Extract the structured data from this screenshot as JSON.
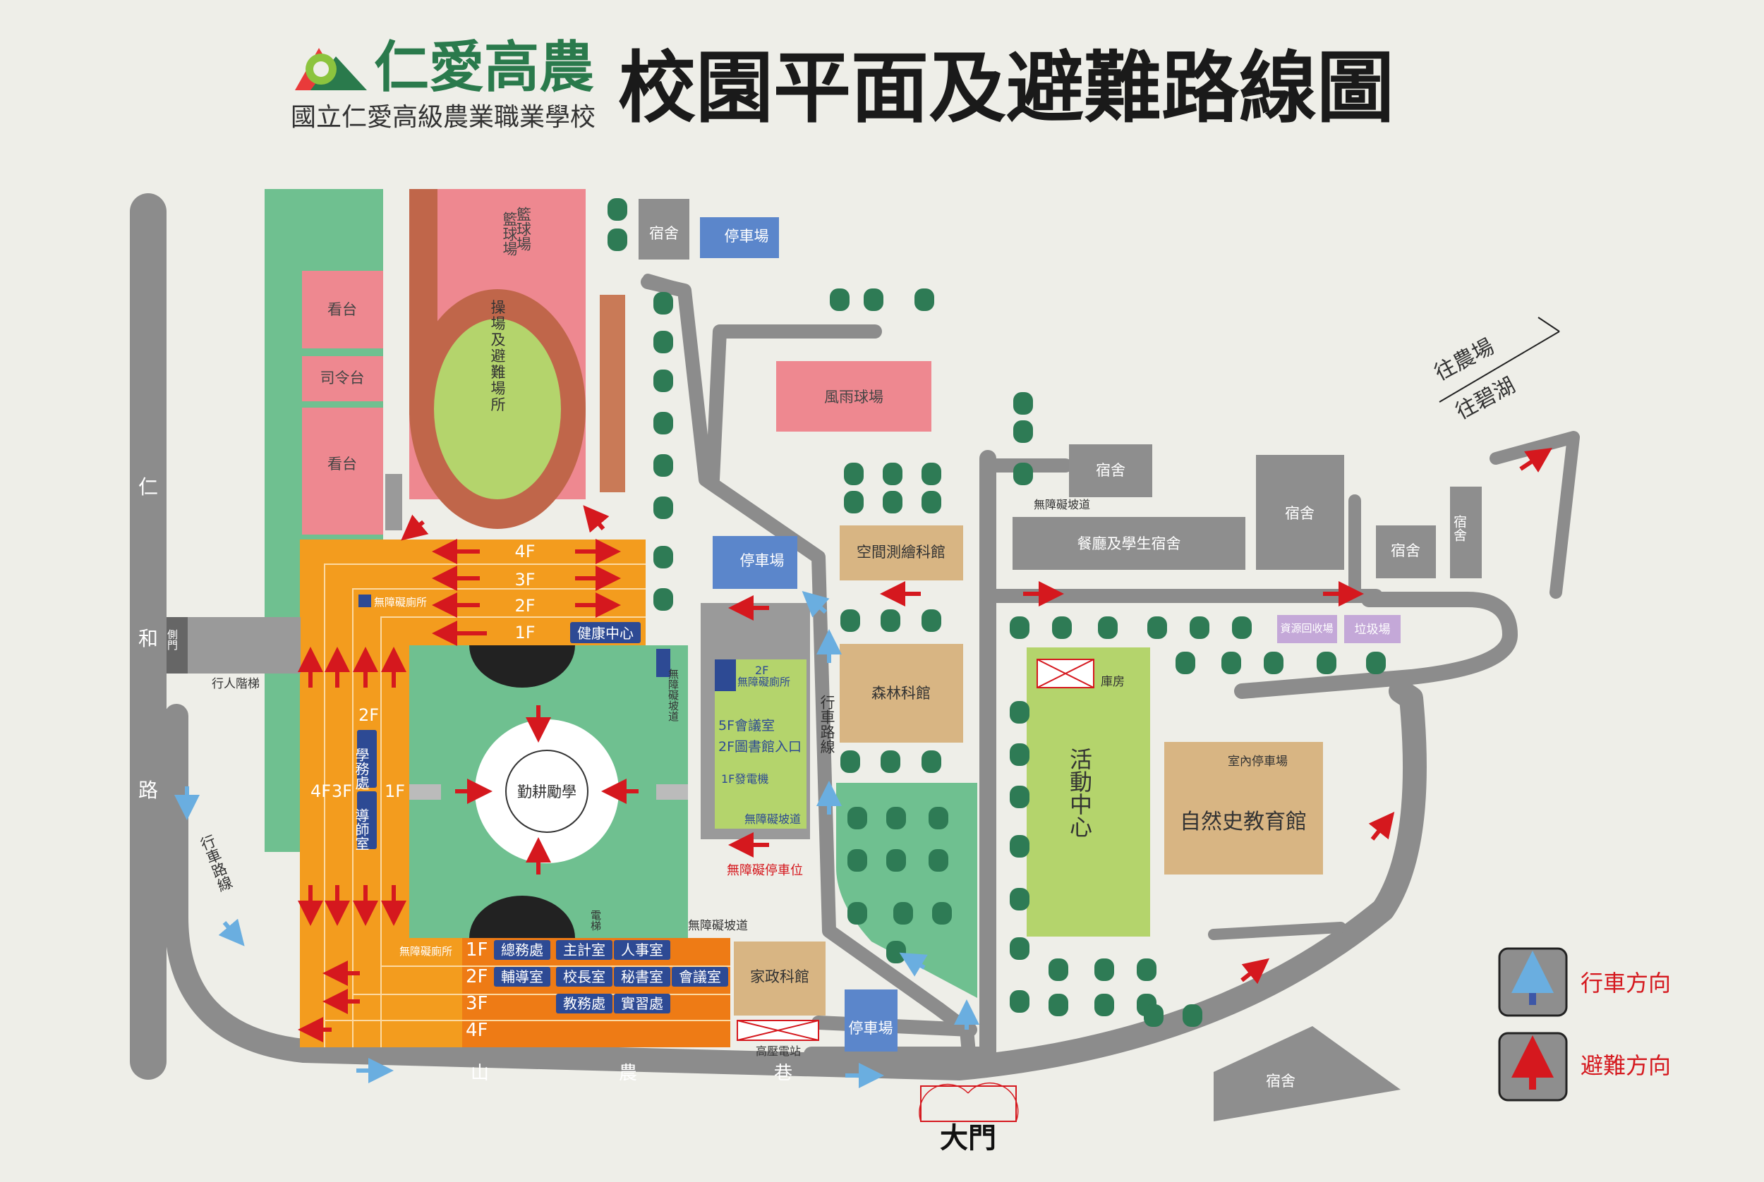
{
  "header": {
    "school_name_short": "仁愛高農",
    "school_name_full": "國立仁愛高級農業職業學校",
    "map_title": "校園平面及避難路線圖"
  },
  "colors": {
    "background": "#eeeee8",
    "road": "#8c8c8c",
    "field_green": "#6fc090",
    "court_pink": "#ee8890",
    "track_brown": "#c0664a",
    "field_lime": "#b4d46c",
    "building_orange": "#f39c1e",
    "building_dark_orange": "#ee7b15",
    "building_tan": "#d8b583",
    "building_gray": "#8e8e8e",
    "label_blue": "#2d4a94",
    "parking_blue": "#5b86cb",
    "evac_red": "#d5181e",
    "drive_blue": "#6aaee0",
    "tree_green": "#2e7b55",
    "recycle_purple": "#c4a8d8"
  },
  "roads": {
    "renhe_road": [
      "仁",
      "和",
      "路"
    ],
    "vehicle_lane": "行車路線",
    "vehicle_lane_center": "行車路線",
    "shannong_lane": [
      "山",
      "農",
      "巷"
    ],
    "direction_farm": "往農場",
    "direction_bihu": "往碧湖",
    "main_gate": "大門",
    "side_gate": "側門",
    "pedestrian_stairs": "行人階梯",
    "hv_station": "高壓電站"
  },
  "places": {
    "basketball_court": "籃球場",
    "stand_top": "看台",
    "podium": "司令台",
    "stand_bottom": "看台",
    "playground_shelter": "操場及避難場所",
    "dorm_1": "宿舍",
    "parking_1": "停車場",
    "rain_court": "風雨球場",
    "parking_2": "停車場",
    "survey_hall": "空間測繪科館",
    "dorm_2": "宿舍",
    "cafeteria": "餐廳及學生宿舍",
    "dorm_3": "宿舍",
    "dorm_4": "宿舍",
    "dorm_5": "宿舍",
    "recycling": "資源回收場",
    "garbage": "垃圾場",
    "forest_hall": "森林科館",
    "warehouse": "庫房",
    "activity_center": "活動中心",
    "indoor_parking": "室內停車場",
    "nature_hall": "自然史教育館",
    "home_econ": "家政科館",
    "parking_3": "停車場",
    "dorm_6": "宿舍",
    "courtyard_motto": "勤耕勵學",
    "health_center": "健康中心",
    "elevator": "電梯"
  },
  "accessibility": {
    "toilet": "無障礙廁所",
    "ramp": "無障礙坡道",
    "ramp_vertical": "無障礙坡道",
    "parking": "無障礙停車位",
    "toilet_2f": "2F無障礙廁所"
  },
  "building_a": {
    "floors": [
      "4F",
      "3F",
      "2F",
      "1F"
    ],
    "west_labels": [
      "4F",
      "3F"
    ],
    "west_2f": "2F",
    "west_1f": "1F",
    "student_affairs": "學務處",
    "counselor": "導師室"
  },
  "building_b": {
    "1f": "5F會議室",
    "2f": "2F圖書館入口",
    "3f": "1F發電機",
    "top_2f": "2F"
  },
  "south_building": {
    "floor_labels": [
      "1F",
      "2F",
      "3F",
      "4F"
    ],
    "row1": [
      "總務處",
      "主計室",
      "人事室"
    ],
    "row2": [
      "輔導室",
      "校長室",
      "秘書室",
      "會議室"
    ],
    "row3": [
      "教務處",
      "實習處"
    ]
  },
  "legend": {
    "vehicle_direction": "行車方向",
    "evacuation_direction": "避難方向"
  }
}
